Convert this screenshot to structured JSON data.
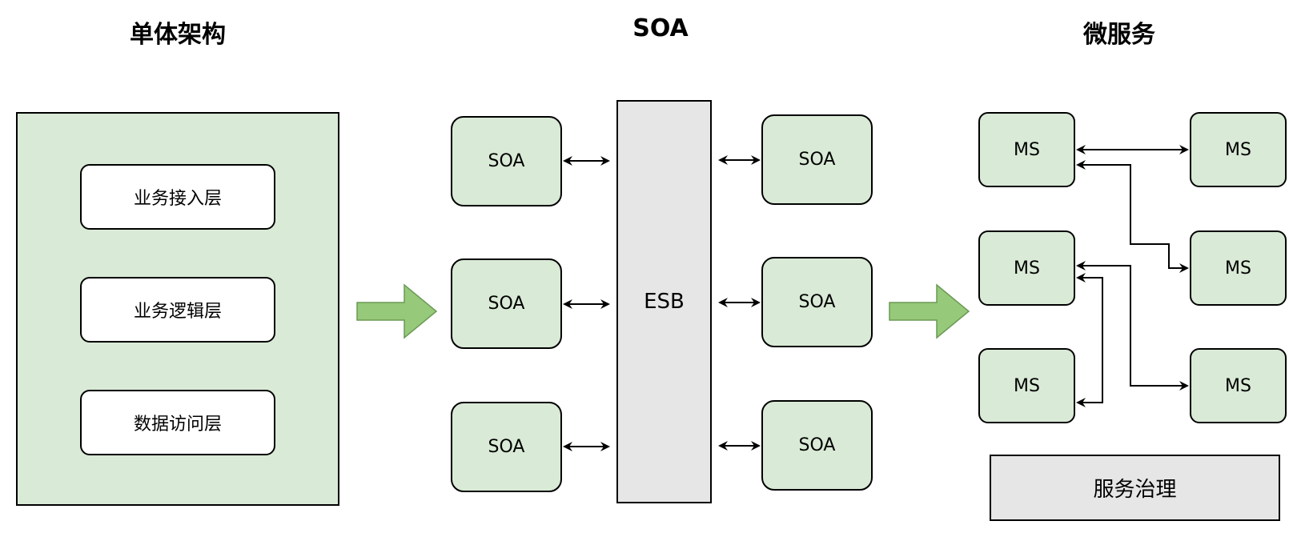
{
  "titles": {
    "monolith": "单体架构",
    "soa": "SOA",
    "microservices": "微服务"
  },
  "monolith": {
    "layers": [
      "业务接入层",
      "业务逻辑层",
      "数据访问层"
    ]
  },
  "soa": {
    "left_services": [
      "SOA",
      "SOA",
      "SOA"
    ],
    "right_services": [
      "SOA",
      "SOA",
      "SOA"
    ],
    "bus_label": "ESB"
  },
  "microservices": {
    "left_nodes": [
      "MS",
      "MS",
      "MS"
    ],
    "right_nodes": [
      "MS",
      "MS",
      "MS"
    ],
    "governance_label": "服务治理"
  },
  "colors": {
    "node_fill": "#d9ead6",
    "bus_fill": "#e6e6e6",
    "transition_arrow": "#97c97a"
  }
}
